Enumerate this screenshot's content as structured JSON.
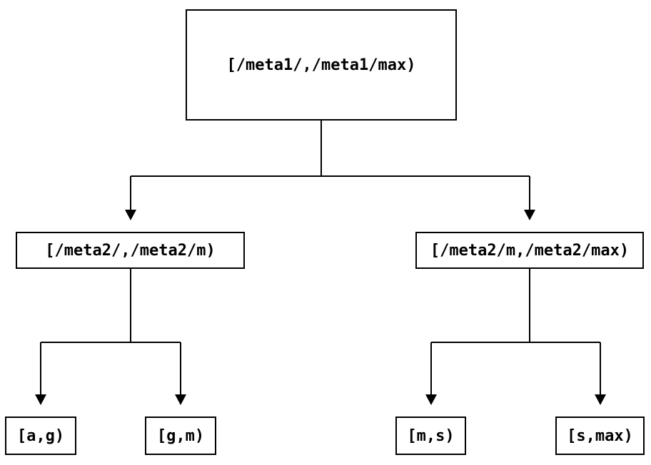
{
  "colors": {
    "background": "#ffffff",
    "line": "#000000",
    "text": "#000000"
  },
  "tree": {
    "root": {
      "label": "[/meta1/,/meta1/max)",
      "children": [
        {
          "label": "[/meta2/,/meta2/m)",
          "children": [
            {
              "label": "[a,g)"
            },
            {
              "label": "[g,m)"
            }
          ]
        },
        {
          "label": "[/meta2/m,/meta2/max)",
          "children": [
            {
              "label": "[m,s)"
            },
            {
              "label": "[s,max)"
            }
          ]
        }
      ]
    }
  }
}
